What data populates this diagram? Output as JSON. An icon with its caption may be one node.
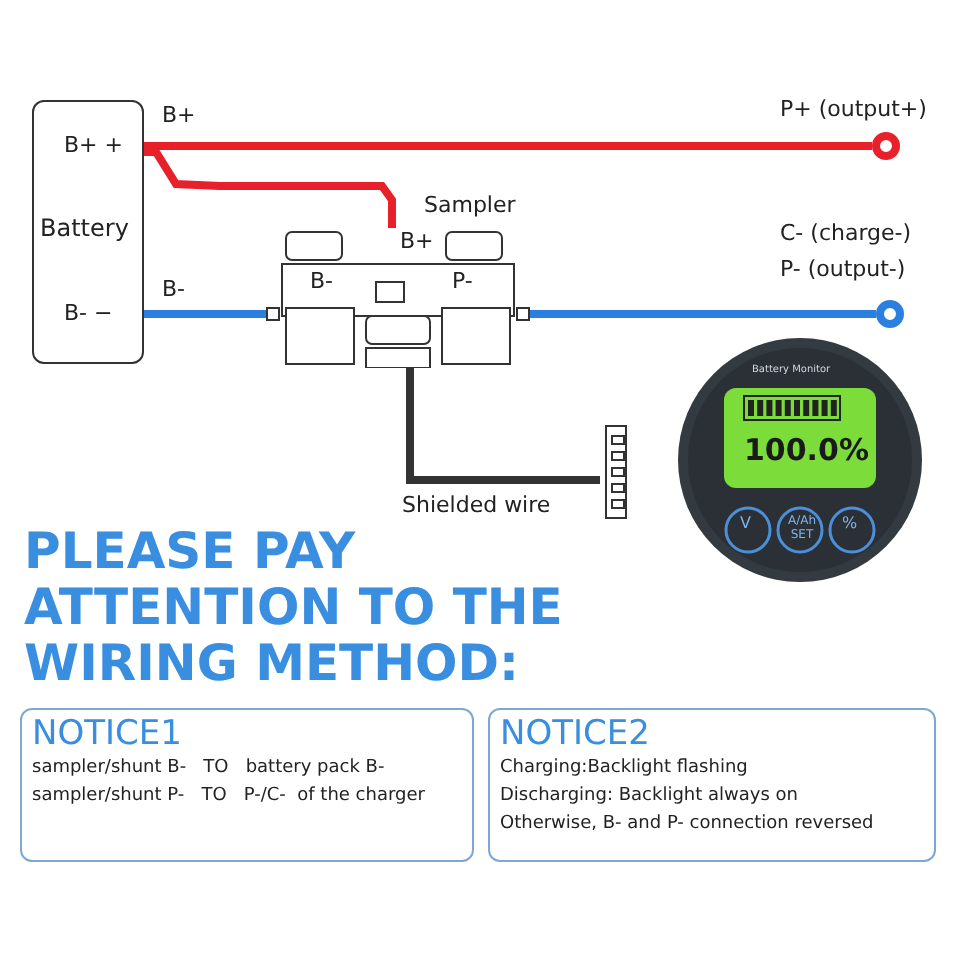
{
  "diagram": {
    "title": "PLEASE PAY ATTENTION TO THE WIRING METHOD:",
    "nodes": [
      {
        "text": [
          "Battery"
        ]
      },
      {
        "text": [
          "B+",
          "B-",
          "P-"
        ],
        "beside": [
          "Sampler"
        ]
      },
      {
        "text": [],
        "shape": "circle",
        "beside": [
          "P+ (output+)"
        ]
      },
      {
        "text": [],
        "shape": "circle",
        "beside": [
          "C- (charge-)",
          "P- (output-)"
        ]
      },
      {
        "text": [
          "Battery Monitor",
          "100.0%",
          "V",
          "A/Ah SET",
          "%"
        ]
      },
      {
        "text": [],
        "shape": "box"
      },
      {
        "text": [
          "NOTICE1",
          "sampler/shunt B-   TO   battery pack B-",
          "sampler/shunt P-   TO   P-/C-  of the charger"
        ]
      },
      {
        "text": [
          "NOTICE2",
          "Charging:Backlight flashing",
          "Discharging: Backlight always on",
          "Otherwise, B- and P- connection reversed"
        ]
      }
    ],
    "edges": [
      {
        "from": 0,
        "to": 2,
        "arrow": "none",
        "label": "B+",
        "color": "#e8202a"
      },
      {
        "from": 0,
        "to": 1,
        "arrow": "none",
        "color": "#e8202a"
      },
      {
        "from": 0,
        "to": 1,
        "arrow": "none",
        "label": "B-",
        "color": "#2a7fe0"
      },
      {
        "from": 1,
        "to": 3,
        "arrow": "none",
        "color": "#2a7fe0"
      },
      {
        "from": 1,
        "to": 5,
        "arrow": "none",
        "label": "Shielded wire",
        "color": "#333333"
      }
    ],
    "labels": [
      "B+ +",
      "B- −"
    ]
  }
}
